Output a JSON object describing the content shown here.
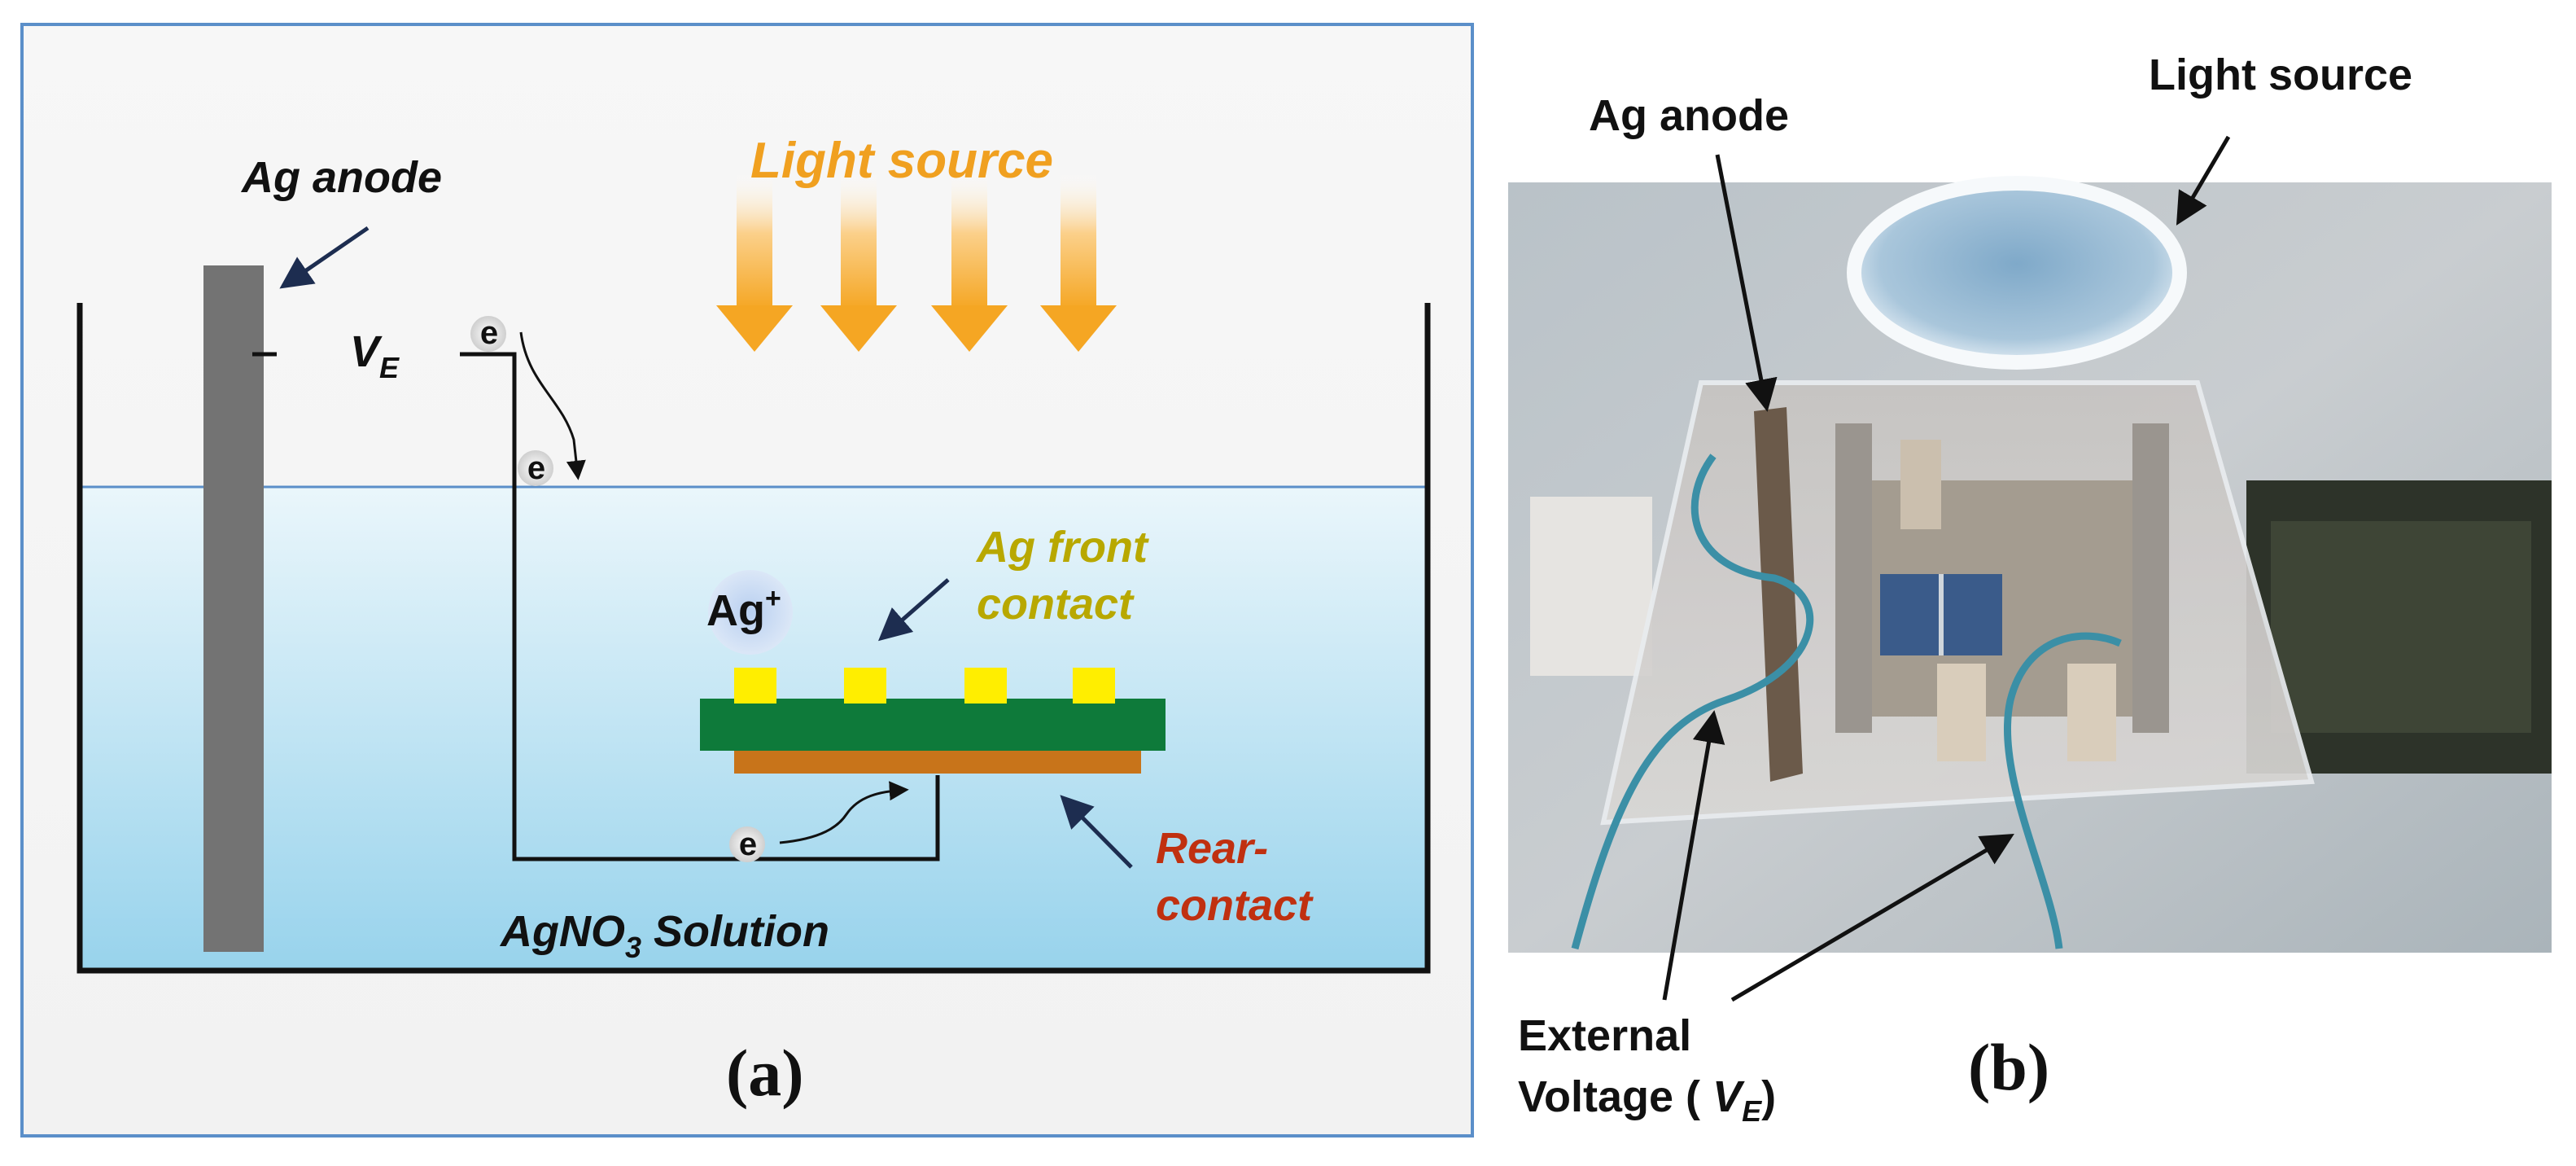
{
  "panel_a": {
    "anode_label": "Ag anode",
    "light_label": "Light source",
    "ve_main": "V",
    "ve_sub": "E",
    "electron": "e",
    "ag_ion_main": "Ag",
    "ag_ion_sup": "+",
    "front_contact_line1": "Ag front",
    "front_contact_line2": "contact",
    "rear_contact_line1": "Rear-",
    "rear_contact_line2": "contact",
    "solution_part1": "AgNO",
    "solution_sub": "3",
    "solution_part2": " Solution",
    "caption": "(a)"
  },
  "panel_b": {
    "anode_label": "Ag anode",
    "light_label": "Light source",
    "voltage_line1": "External",
    "voltage_line2_prefix": "Voltage ( ",
    "voltage_v": "V",
    "voltage_sub": "E",
    "voltage_suffix": ")",
    "caption": "(b)"
  },
  "colors": {
    "frame_blue": "#5b8fc9",
    "light_orange": "#f5a623",
    "light_label": "#f0a020",
    "front_contact_text": "#b8a800",
    "rear_contact_text": "#c03010",
    "cell_green": "#0e7a3a",
    "rear_orange": "#c8741a",
    "finger_yellow": "#ffee00",
    "anode_gray": "#737373",
    "solution_top": "#e6f4fa",
    "solution_bottom": "#9cd6ee"
  }
}
